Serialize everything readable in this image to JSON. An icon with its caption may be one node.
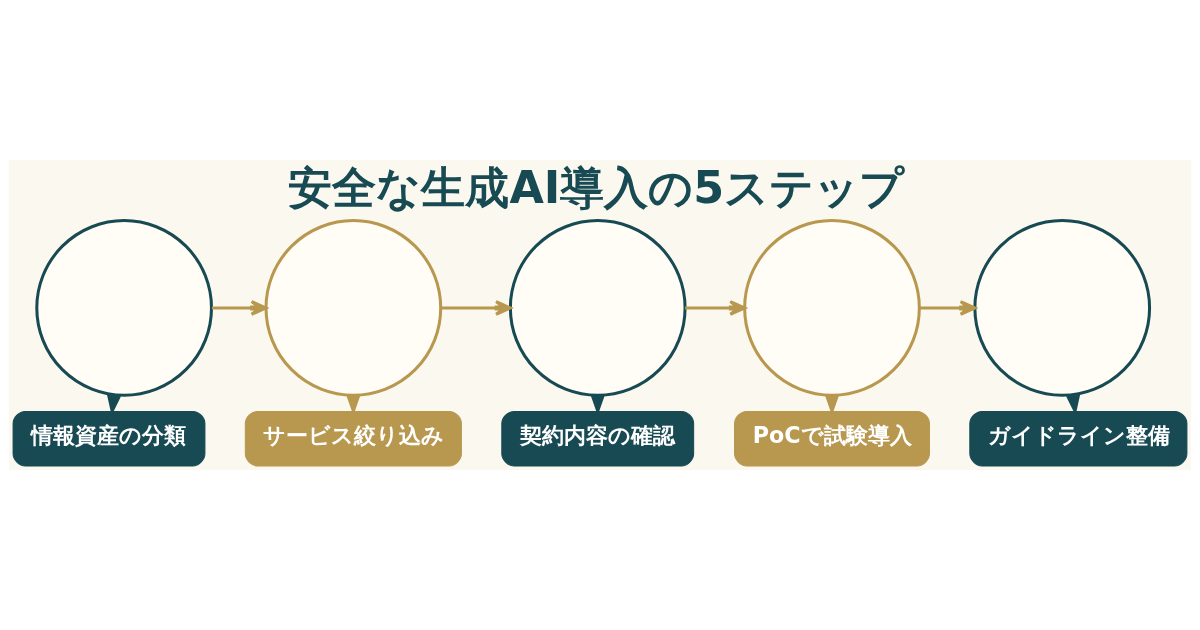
{
  "diagram": {
    "title": "安全な生成AI導入の5ステップ",
    "nodes": [
      {
        "text": [],
        "shape": "circle"
      },
      {
        "text": [
          "情報資産の分類"
        ]
      },
      {
        "text": [],
        "shape": "circle"
      },
      {
        "text": [
          "サービス絞り込み"
        ]
      },
      {
        "text": [],
        "shape": "circle"
      },
      {
        "text": [
          "契約内容の確認"
        ]
      },
      {
        "text": [],
        "shape": "circle"
      },
      {
        "text": [
          "PoCで試験導入"
        ]
      },
      {
        "text": [],
        "shape": "circle"
      },
      {
        "text": [
          "ガイドライン整備"
        ]
      }
    ],
    "edges": [
      {
        "from": 0,
        "to": 1,
        "arrow": "to",
        "color": "#174a52"
      },
      {
        "from": 0,
        "to": 2,
        "arrow": "to"
      },
      {
        "from": 2,
        "to": 3,
        "arrow": "to"
      },
      {
        "from": 2,
        "to": 4,
        "arrow": "to"
      },
      {
        "from": 4,
        "to": 5,
        "arrow": "to",
        "color": "#174a52"
      },
      {
        "from": 4,
        "to": 6,
        "arrow": "to"
      },
      {
        "from": 6,
        "to": 7,
        "arrow": "to"
      },
      {
        "from": 6,
        "to": 8,
        "arrow": "to"
      },
      {
        "from": 8,
        "to": 9,
        "arrow": "to",
        "color": "#174a52"
      }
    ]
  }
}
